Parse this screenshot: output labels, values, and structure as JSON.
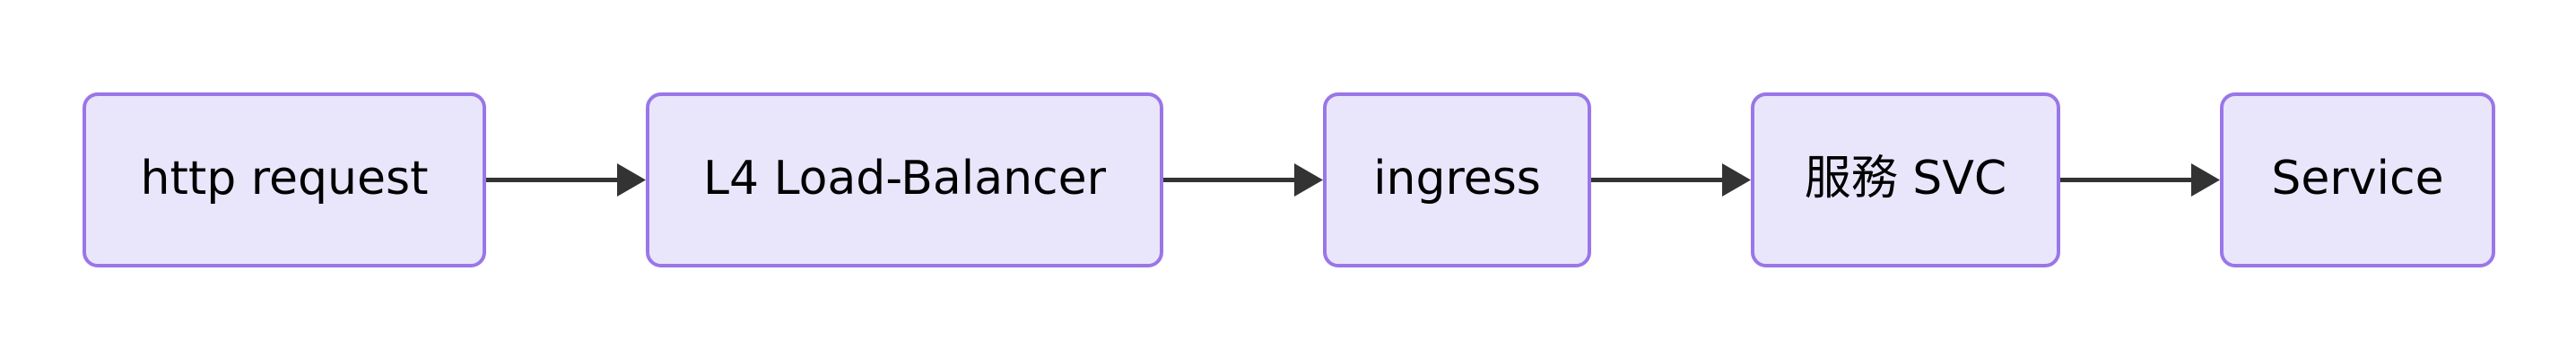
{
  "diagram": {
    "type": "flowchart",
    "direction": "left-to-right",
    "background_color": "#ffffff",
    "node_fill_color": "#e9e6fb",
    "node_border_color": "#9a76e8",
    "edge_color": "#333333",
    "text_color": "#000000",
    "nodes": [
      {
        "id": "n1",
        "label": "http request"
      },
      {
        "id": "n2",
        "label": "L4 Load-Balancer"
      },
      {
        "id": "n3",
        "label": "ingress"
      },
      {
        "id": "n4",
        "label": "服務 SVC"
      },
      {
        "id": "n5",
        "label": "Service"
      }
    ],
    "edges": [
      {
        "from": "n1",
        "to": "n2",
        "label": "",
        "arrowhead": "triangle"
      },
      {
        "from": "n2",
        "to": "n3",
        "label": "",
        "arrowhead": "triangle"
      },
      {
        "from": "n3",
        "to": "n4",
        "label": "",
        "arrowhead": "triangle"
      },
      {
        "from": "n4",
        "to": "n5",
        "label": "",
        "arrowhead": "triangle"
      }
    ]
  }
}
